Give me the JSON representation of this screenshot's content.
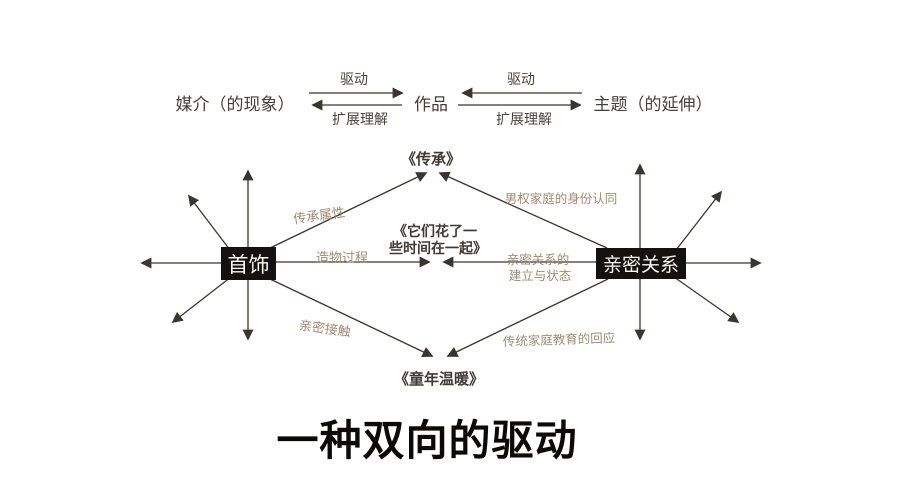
{
  "slide": {
    "title": "一种双向的驱动"
  },
  "top_flow": {
    "media": "媒介（的现象）",
    "work": "作品",
    "theme": "主题（的延伸）",
    "drive_left": "驱动",
    "expand_left": "扩展理解",
    "drive_right": "驱动",
    "expand_right": "扩展理解"
  },
  "diamond": {
    "jewelry": "首饰",
    "intimacy": "亲密关系",
    "heritage": "《传承》",
    "childhood": "《童年温暖》",
    "center_line1": "《它们花了一",
    "center_line2": "些时间在一起》",
    "labels": {
      "heritage_attr": "传承属性",
      "making_process": "造物过程",
      "close_contact": "亲密接触",
      "patriarchal_identity": "男权家庭的身份认同",
      "relation_line1": "亲密关系的",
      "relation_line2": "建立与状态",
      "traditional_response": "传统家庭教育的回应"
    }
  },
  "colors": {
    "background": "#ffffff",
    "line": "#3a362f",
    "edge_label": "#9f8b72",
    "dark_text": "#453f38",
    "node_bg": "#141110",
    "node_text": "#fdf8ef",
    "title_text": "#0c0a09"
  }
}
